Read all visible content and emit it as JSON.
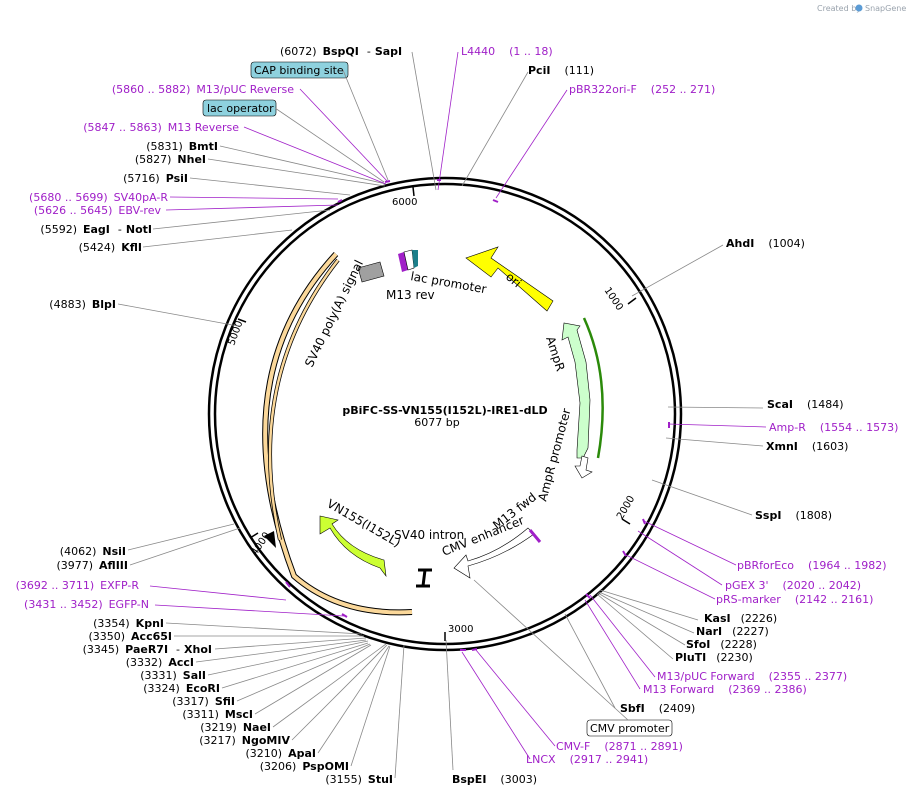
{
  "credit": {
    "created_by": "Created by",
    "app": "SnapGene"
  },
  "plasmid": {
    "name": "pBiFC-SS-VN155(I152L)-IRE1-dLD",
    "length": "6077 bp",
    "total_bp": 6077
  },
  "ticks": [
    "1000",
    "2000",
    "3000",
    "4000",
    "5000",
    "6000"
  ],
  "features": [
    {
      "name": "ori",
      "color": "#ffff00"
    },
    {
      "name": "AmpR",
      "color": "#ccffcc"
    },
    {
      "name": "AmpR promoter",
      "color": "#ffffff"
    },
    {
      "name": "CMV enhancer",
      "color": "#ffffff"
    },
    {
      "name": "M13 fwd",
      "color": "#a020c8"
    },
    {
      "name": "VN155(I152L)",
      "color": "#ccff33"
    },
    {
      "name": "SV40 intron",
      "color": "#000000"
    },
    {
      "name": "SV40 poly(A) signal",
      "color": "#a0a0a0"
    },
    {
      "name": "M13 rev",
      "color": "#a020c8"
    },
    {
      "name": "lac promoter",
      "color": "#ffffff"
    }
  ],
  "boxed_labels": [
    {
      "text": "CAP binding site",
      "color": "#8ed1de"
    },
    {
      "text": "lac operator",
      "color": "#8ed1de"
    },
    {
      "text": "CMV promoter",
      "color": "#ffffff"
    }
  ],
  "sites": [
    {
      "name": "AhdI",
      "pos": "(1004)"
    },
    {
      "name": "ScaI",
      "pos": "(1484)"
    },
    {
      "name": "XmnI",
      "pos": "(1603)"
    },
    {
      "name": "SspI",
      "pos": "(1808)"
    },
    {
      "name": "KasI",
      "pos": "(2226)"
    },
    {
      "name": "NarI",
      "pos": "(2227)"
    },
    {
      "name": "SfoI",
      "pos": "(2228)"
    },
    {
      "name": "PluTI",
      "pos": "(2230)"
    },
    {
      "name": "SbfI",
      "pos": "(2409)"
    },
    {
      "name": "BspEI",
      "pos": "(3003)"
    },
    {
      "name": "PciI",
      "pos": "(111)"
    },
    {
      "name": "BspQI",
      "pos": "(6072)",
      "extra": "SapI"
    },
    {
      "name": "BmtI",
      "pos": "(5831)"
    },
    {
      "name": "NheI",
      "pos": "(5827)"
    },
    {
      "name": "PsiI",
      "pos": "(5716)"
    },
    {
      "name": "EagI",
      "pos": "(5592)",
      "extra": "NotI"
    },
    {
      "name": "KflI",
      "pos": "(5424)"
    },
    {
      "name": "BlpI",
      "pos": "(4883)"
    },
    {
      "name": "NsiI",
      "pos": "(4062)"
    },
    {
      "name": "AflIII",
      "pos": "(3977)"
    },
    {
      "name": "KpnI",
      "pos": "(3354)"
    },
    {
      "name": "Acc65I",
      "pos": "(3350)"
    },
    {
      "name": "PaeR7I",
      "pos": "(3345)",
      "extra": "XhoI"
    },
    {
      "name": "AccI",
      "pos": "(3332)"
    },
    {
      "name": "SalI",
      "pos": "(3331)"
    },
    {
      "name": "EcoRI",
      "pos": "(3324)"
    },
    {
      "name": "SfiI",
      "pos": "(3317)"
    },
    {
      "name": "MscI",
      "pos": "(3311)"
    },
    {
      "name": "NaeI",
      "pos": "(3219)"
    },
    {
      "name": "NgoMIV",
      "pos": "(3217)"
    },
    {
      "name": "ApaI",
      "pos": "(3210)"
    },
    {
      "name": "PspOMI",
      "pos": "(3206)"
    },
    {
      "name": "StuI",
      "pos": "(3155)"
    }
  ],
  "primers": [
    {
      "name": "L4440",
      "range": "(1 .. 18)"
    },
    {
      "name": "pBR322ori-F",
      "range": "(252 .. 271)"
    },
    {
      "name": "Amp-R",
      "range": "(1554 .. 1573)"
    },
    {
      "name": "pBRforEco",
      "range": "(1964 .. 1982)"
    },
    {
      "name": "pGEX 3'",
      "range": "(2020 .. 2042)"
    },
    {
      "name": "pRS-marker",
      "range": "(2142 .. 2161)"
    },
    {
      "name": "M13/pUC Forward",
      "range": "(2355 .. 2377)"
    },
    {
      "name": "M13 Forward",
      "range": "(2369 .. 2386)"
    },
    {
      "name": "CMV-F",
      "range": "(2871 .. 2891)"
    },
    {
      "name": "LNCX",
      "range": "(2917 .. 2941)"
    },
    {
      "name": "M13/pUC Reverse",
      "range": "(5860 .. 5882)"
    },
    {
      "name": "M13 Reverse",
      "range": "(5847 .. 5863)"
    },
    {
      "name": "SV40pA-R",
      "range": "(5680 .. 5699)"
    },
    {
      "name": "EBV-rev",
      "range": "(5626 .. 5645)"
    },
    {
      "name": "EXFP-R",
      "range": "(3692 .. 3711)"
    },
    {
      "name": "EGFP-N",
      "range": "(3431 .. 3452)"
    }
  ]
}
